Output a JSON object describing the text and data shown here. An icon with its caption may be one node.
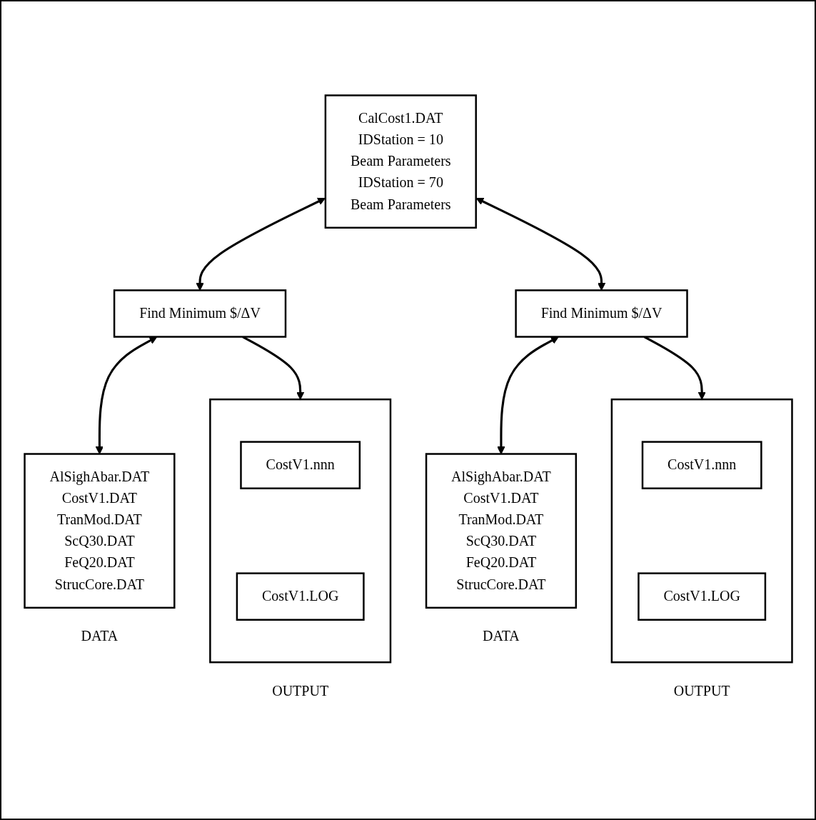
{
  "diagram": {
    "nodes": [
      {
        "text": [
          "CalCost1.DAT",
          "IDStation = 10",
          "Beam Parameters",
          "IDStation = 70",
          "Beam Parameters"
        ]
      },
      {
        "text": [
          "Find Minimum $/ΔV"
        ]
      },
      {
        "text": [
          "AlSighAbar.DAT",
          "CostV1.DAT",
          "TranMod.DAT",
          "ScQ30.DAT",
          "FeQ20.DAT",
          "StrucCore.DAT"
        ],
        "beside": [
          "DATA"
        ]
      },
      {
        "text": [],
        "shape": "box",
        "beside": [
          "OUTPUT"
        ]
      },
      {
        "text": [
          "CostV1.nnn"
        ],
        "in": 3
      },
      {
        "text": [
          "CostV1.LOG"
        ],
        "in": 3
      },
      {
        "text": [
          "Find Minimum $/ΔV"
        ]
      },
      {
        "text": [
          "AlSighAbar.DAT",
          "CostV1.DAT",
          "TranMod.DAT",
          "ScQ30.DAT",
          "FeQ20.DAT",
          "StrucCore.DAT"
        ],
        "beside": [
          "DATA"
        ]
      },
      {
        "text": [],
        "shape": "box",
        "beside": [
          "OUTPUT"
        ]
      },
      {
        "text": [
          "CostV1.nnn"
        ],
        "in": 8
      },
      {
        "text": [
          "CostV1.LOG"
        ],
        "in": 8
      }
    ],
    "edges": [
      {
        "from": 0,
        "to": 1,
        "arrow": "both"
      },
      {
        "from": 1,
        "to": 2,
        "arrow": "both"
      },
      {
        "from": 1,
        "to": 3,
        "arrow": "to"
      },
      {
        "from": 0,
        "to": 6,
        "arrow": "both"
      },
      {
        "from": 6,
        "to": 7,
        "arrow": "both"
      },
      {
        "from": 6,
        "to": 8,
        "arrow": "to"
      }
    ]
  }
}
